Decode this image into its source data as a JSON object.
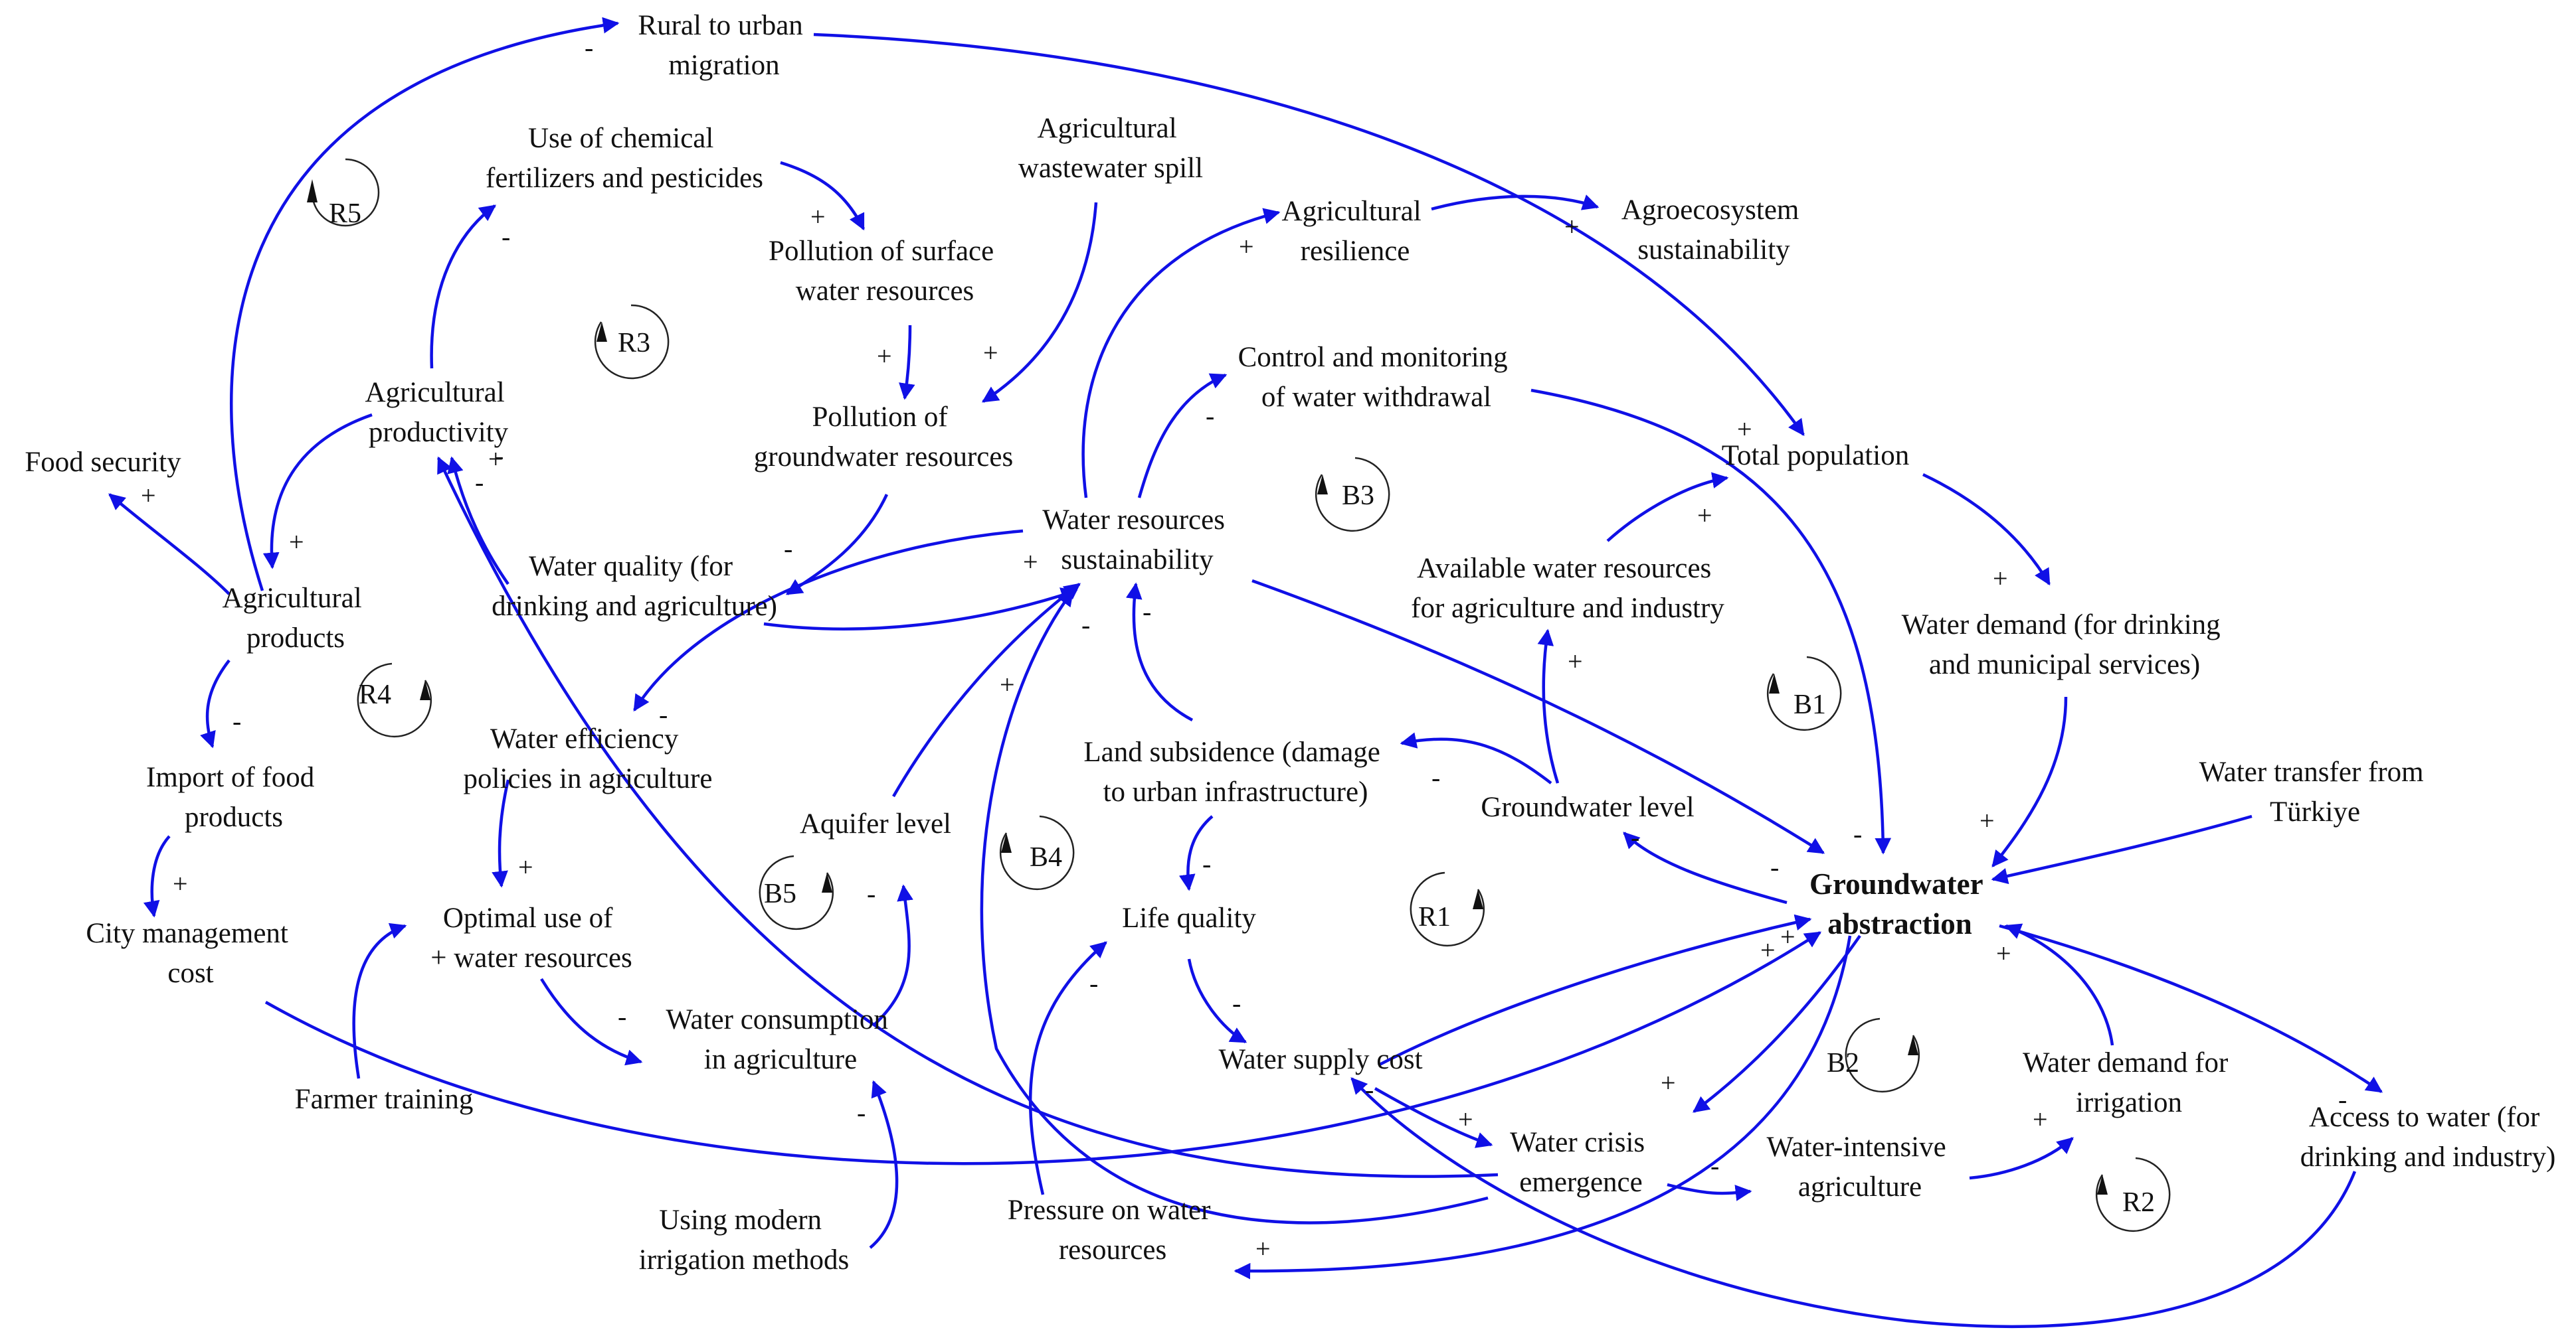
{
  "nodes": [
    {
      "id": "rural",
      "lines": [
        "Rural to urban",
        "migration"
      ]
    },
    {
      "id": "chem",
      "lines": [
        "Use of chemical",
        "fertilizers and pesticides"
      ]
    },
    {
      "id": "wastewater",
      "lines": [
        "Agricultural",
        "wastewater spill"
      ]
    },
    {
      "id": "resilience",
      "lines": [
        "Agricultural",
        "resilience"
      ]
    },
    {
      "id": "agroeco",
      "lines": [
        "Agroecosystem",
        "sustainability"
      ]
    },
    {
      "id": "surface",
      "lines": [
        "Pollution of surface",
        "water resources"
      ]
    },
    {
      "id": "control",
      "lines": [
        "Control and monitoring",
        "of water withdrawal"
      ]
    },
    {
      "id": "agprod",
      "lines": [
        "Agricultural",
        "productivity"
      ]
    },
    {
      "id": "gwpoll",
      "lines": [
        "Pollution of",
        "groundwater resources"
      ]
    },
    {
      "id": "totalpop",
      "lines": [
        "Total population"
      ]
    },
    {
      "id": "foodsec",
      "lines": [
        "Food security"
      ]
    },
    {
      "id": "wrsust",
      "lines": [
        "Water resources",
        "sustainability"
      ]
    },
    {
      "id": "wq",
      "lines": [
        "Water quality (for",
        "drinking and agriculture)"
      ]
    },
    {
      "id": "avail",
      "lines": [
        "Available water resources",
        "for agriculture and industry"
      ]
    },
    {
      "id": "agproducts",
      "lines": [
        "Agricultural",
        "products"
      ]
    },
    {
      "id": "wdemand",
      "lines": [
        "Water demand (for drinking",
        "and municipal services)"
      ]
    },
    {
      "id": "effpol",
      "lines": [
        "Water efficiency",
        "policies in agriculture"
      ]
    },
    {
      "id": "subsid",
      "lines": [
        "Land subsidence (damage",
        "to urban infrastructure)"
      ]
    },
    {
      "id": "import",
      "lines": [
        "Import of food",
        "products"
      ]
    },
    {
      "id": "transfer",
      "lines": [
        "Water transfer from",
        "Türkiye"
      ]
    },
    {
      "id": "gwlevel",
      "lines": [
        "Groundwater level"
      ]
    },
    {
      "id": "aquifer",
      "lines": [
        "Aquifer level"
      ]
    },
    {
      "id": "gwabs",
      "lines": [
        "Groundwater",
        "abstraction"
      ],
      "bold": true
    },
    {
      "id": "optimal",
      "lines": [
        "Optimal use of",
        "+ water resources"
      ]
    },
    {
      "id": "citycost",
      "lines": [
        "City management",
        "cost"
      ]
    },
    {
      "id": "life",
      "lines": [
        "Life quality"
      ]
    },
    {
      "id": "consumption",
      "lines": [
        "Water consumption",
        "in agriculture"
      ]
    },
    {
      "id": "supplycost",
      "lines": [
        "Water supply cost"
      ]
    },
    {
      "id": "irrdemand",
      "lines": [
        "Water demand for",
        "irrigation"
      ]
    },
    {
      "id": "farmer",
      "lines": [
        "Farmer training"
      ]
    },
    {
      "id": "crisis",
      "lines": [
        "Water crisis",
        "emergence"
      ]
    },
    {
      "id": "intensive",
      "lines": [
        "Water-intensive",
        "agriculture"
      ]
    },
    {
      "id": "access",
      "lines": [
        "Access to water (for",
        "drinking and industry)"
      ]
    },
    {
      "id": "modern",
      "lines": [
        "Using modern",
        "irrigation methods"
      ]
    },
    {
      "id": "pressure",
      "lines": [
        "Pressure on water",
        "resources"
      ]
    }
  ],
  "loops": [
    "R5",
    "R3",
    "B3",
    "B1",
    "R4",
    "B4",
    "B5",
    "R1",
    "B2",
    "R2"
  ],
  "signs": [
    "-",
    "+",
    "+",
    "+",
    "-",
    "+",
    "+",
    "+",
    "-",
    "+",
    "-",
    "-",
    "+",
    "-",
    "+",
    "-",
    "-",
    "-",
    "-",
    "+",
    "-",
    "+",
    "-",
    "-",
    "-",
    "+",
    "-",
    "+",
    "+",
    "-",
    "+",
    "+",
    "-",
    "+",
    "+",
    "+",
    "-",
    "-",
    "-",
    "+",
    "+",
    "+",
    "-",
    "+",
    "+",
    "-",
    "-"
  ],
  "colors": {
    "link": "#1010e6",
    "text": "#111111"
  }
}
